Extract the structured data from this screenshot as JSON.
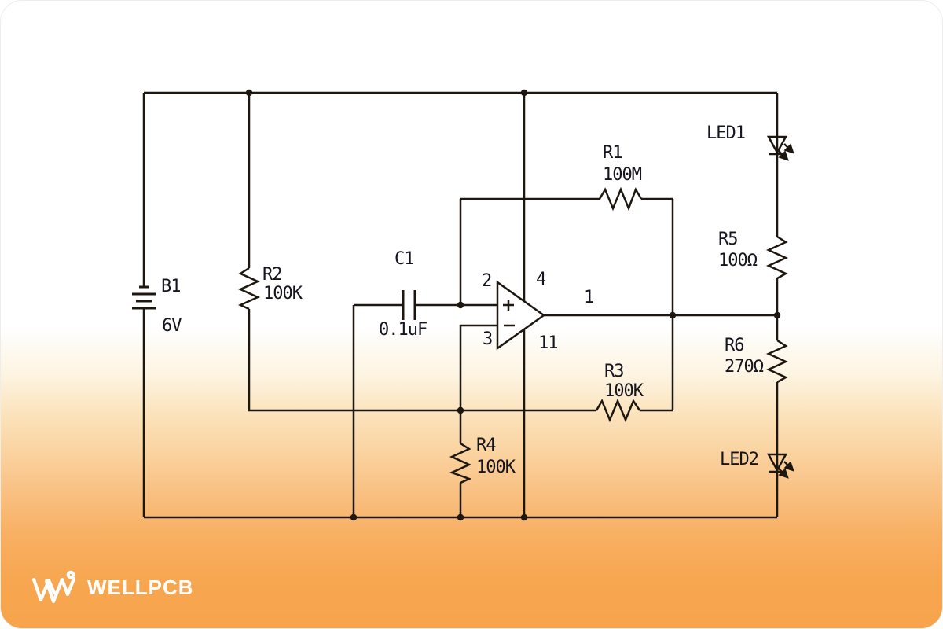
{
  "brand": {
    "name": "WELLPCB"
  },
  "colors": {
    "line": "#1d1710",
    "label_text": "#15151f",
    "accent_orange": "#f7a44c",
    "background_top": "#ffffff",
    "logo_text": "#ffffff"
  },
  "schematic": {
    "battery": {
      "ref": "B1",
      "value": "6V"
    },
    "capacitor": {
      "ref": "C1",
      "value": "0.1uF"
    },
    "resistors": {
      "r1": {
        "ref": "R1",
        "value": "100M"
      },
      "r2": {
        "ref": "R2",
        "value": "100K"
      },
      "r3": {
        "ref": "R3",
        "value": "100K"
      },
      "r4": {
        "ref": "R4",
        "value": "100K"
      },
      "r5": {
        "ref": "R5",
        "value": "100Ω"
      },
      "r6": {
        "ref": "R6",
        "value": "270Ω"
      }
    },
    "leds": {
      "led1": {
        "ref": "LED1"
      },
      "led2": {
        "ref": "LED2"
      }
    },
    "opamp": {
      "pin_noninv": "2",
      "pin_inv": "3",
      "pin_vplus": "4",
      "pin_vminus": "11",
      "pin_out": "1"
    }
  }
}
